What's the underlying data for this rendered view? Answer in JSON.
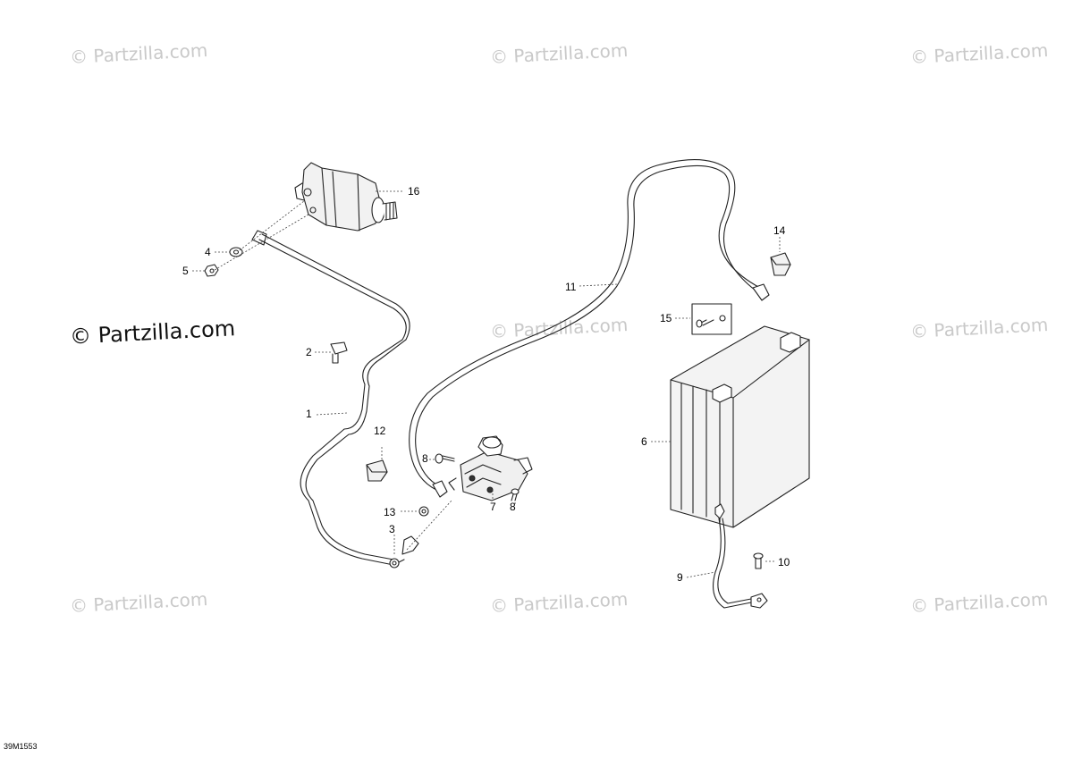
{
  "watermark": {
    "text": "© Partzilla.com",
    "main_text": "© Partzilla.com",
    "color": "#c9c9c9"
  },
  "diagram_code": "39M1553",
  "callouts": [
    {
      "id": "c1",
      "label": "1",
      "part": "cable"
    },
    {
      "id": "c2",
      "label": "2",
      "part": "clip"
    },
    {
      "id": "c3",
      "label": "3",
      "part": "nut"
    },
    {
      "id": "c4",
      "label": "4",
      "part": "washer"
    },
    {
      "id": "c5",
      "label": "5",
      "part": "nut"
    },
    {
      "id": "c6",
      "label": "6",
      "part": "battery"
    },
    {
      "id": "c7",
      "label": "7",
      "part": "solenoid"
    },
    {
      "id": "c8a",
      "label": "8",
      "part": "screw"
    },
    {
      "id": "c8b",
      "label": "8",
      "part": "screw"
    },
    {
      "id": "c9",
      "label": "9",
      "part": "ground-cable"
    },
    {
      "id": "c10",
      "label": "10",
      "part": "bolt"
    },
    {
      "id": "c11",
      "label": "11",
      "part": "battery-cable"
    },
    {
      "id": "c12",
      "label": "12",
      "part": "terminal-cover"
    },
    {
      "id": "c13",
      "label": "13",
      "part": "nut"
    },
    {
      "id": "c14",
      "label": "14",
      "part": "terminal-cover"
    },
    {
      "id": "c15",
      "label": "15",
      "part": "bolt-nut-kit"
    },
    {
      "id": "c16",
      "label": "16",
      "part": "starter-motor"
    }
  ]
}
